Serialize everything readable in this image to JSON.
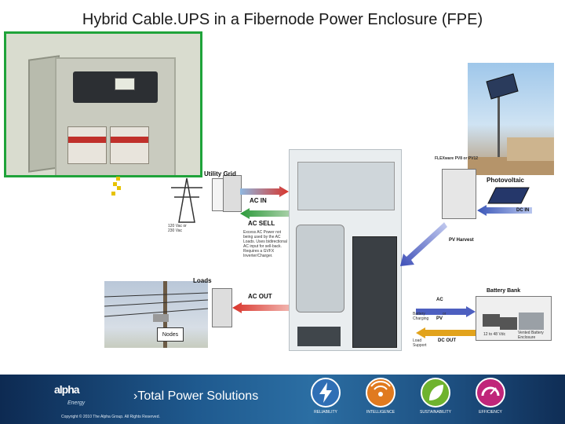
{
  "title": "Hybrid Cable.UPS in a Fibernode Power Enclosure (FPE)",
  "photos": {
    "nodes_label": "Nodes"
  },
  "diagram": {
    "utility_grid": "Utility Grid",
    "ac_in": "AC IN",
    "ac_sell": "AC SELL",
    "ac_sell_note": "Excess AC Power not being used by the AC Loads. Uses bidirectional AC input for sell-back. Requires a GVFX Inverter/Charger.",
    "voltage": "120 Vac or 230 Vac",
    "loads": "Loads",
    "ac_out": "AC OUT",
    "photovoltaic": "Photovoltaic",
    "flexware": "FLEXware PV8 or PV12",
    "dc_in": "DC IN",
    "pv_harvest": "PV Harvest",
    "battery_bank": "Battery Bank",
    "battery_charging": "Battery Charging",
    "ac": "AC",
    "or": "or",
    "pv": "PV",
    "load_support": "Load Support",
    "dc_out": "DC OUT",
    "battery_enclosure": "Vented Battery Enclosure",
    "batteries_shown": "12 to 48 Vdc",
    "colors": {
      "enclosure_border": "#1fa33a",
      "footer_dark": "#0d2a52",
      "footer_light": "#2b6ea3"
    }
  },
  "footer": {
    "logo_name": "alpha",
    "logo_sub": "Energy",
    "tagline": "›Total Power Solutions",
    "copyright": "Copyright © 2010 The Alpha Group. All Rights Reserved.",
    "badges": [
      {
        "label": "RELIABILITY",
        "icon": "power-icon",
        "color": "#2f6fb5"
      },
      {
        "label": "INTELLIGENCE",
        "icon": "signal-icon",
        "color": "#e07a1f"
      },
      {
        "label": "SUSTAINABILITY",
        "icon": "leaf-icon",
        "color": "#6fb32e"
      },
      {
        "label": "EFFICIENCY",
        "icon": "gauge-icon",
        "color": "#c0267a"
      }
    ]
  }
}
